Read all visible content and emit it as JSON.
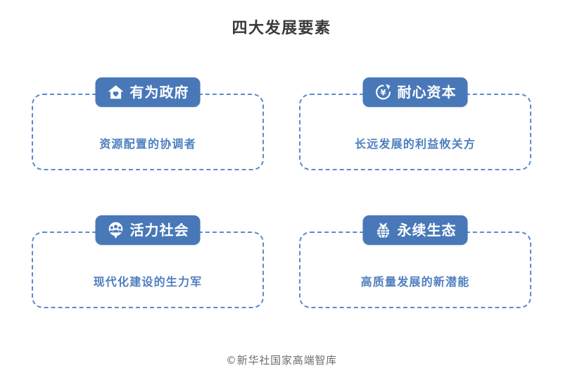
{
  "header": {
    "title": "四大发展要素"
  },
  "colors": {
    "badge_blue": "#4878b8",
    "dash_border_blue": "#5b8bcc",
    "desc_blue": "#4e7fc0",
    "title_gray": "#3a3a3a",
    "footer_gray": "#6e6e6e",
    "background": "#ffffff"
  },
  "cards": [
    {
      "badge_label": "有为政府",
      "icon": "house-heart-icon",
      "description": "资源配置的协调者"
    },
    {
      "badge_label": "耐心资本",
      "icon": "yuan-refresh-icon",
      "description": "长远发展的利益攸关方"
    },
    {
      "badge_label": "活力社会",
      "icon": "people-group-pin-icon",
      "description": "现代化建设的生力军"
    },
    {
      "badge_label": "永续生态",
      "icon": "globe-leaf-icon",
      "description": "高质量发展的新潜能"
    }
  ],
  "footer": {
    "credit": "©新华社国家高端智库"
  }
}
